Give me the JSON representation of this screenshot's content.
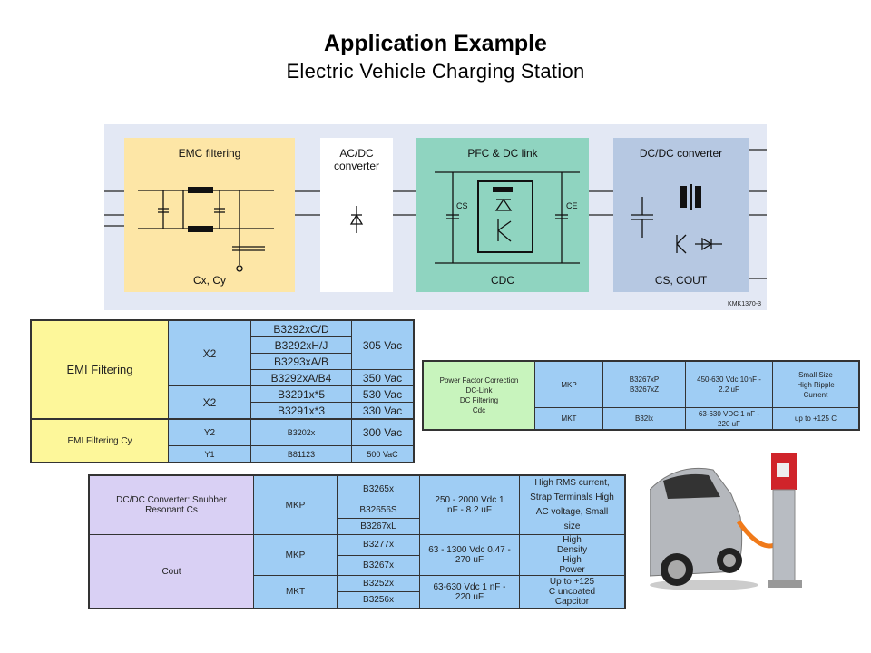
{
  "title": "Application Example",
  "subtitle": "Electric Vehicle Charging Station",
  "diagram": {
    "emc": {
      "label": "EMC filtering",
      "bottom": "Cx, Cy"
    },
    "acdc": {
      "label": "AC/DC converter"
    },
    "pfc": {
      "label": "PFC & DC link",
      "bottom": "CDC",
      "cs": "CS",
      "ce": "CE"
    },
    "dcdc": {
      "label": "DC/DC converter",
      "bottom": "CS, COUT"
    },
    "code": "KMK1370-3"
  },
  "emi_table": {
    "cat1": "EMI Filtering",
    "cat2": "EMI Filtering Cy",
    "rows": [
      {
        "cls": "X2",
        "part": "B3292xC/D",
        "volt": "305 Vac"
      },
      {
        "part": "B3292xH/J"
      },
      {
        "part": "B3293xA/B"
      },
      {
        "part": "B3292xA/B4",
        "volt": "350 Vac"
      },
      {
        "cls": "X2",
        "part": "B3291x*5",
        "volt": "530 Vac"
      },
      {
        "part": "B3291x*3",
        "volt": "330 Vac"
      },
      {
        "cls": "Y2",
        "part": "B3202x",
        "volt": "300 Vac"
      },
      {
        "cls": "Y1",
        "part": "B81123",
        "volt": "500 VaC"
      }
    ]
  },
  "pfc_table": {
    "cat": [
      "Power Factor Correction",
      "DC-Link",
      "DC Filtering",
      "Cdc"
    ],
    "rows": [
      {
        "type": "MKP",
        "part": "B3267xP B3267xZ",
        "range": "450-630 Vdc 10nF - 2.2 uF",
        "feat": "Small Size High Ripple Current"
      },
      {
        "type": "MKT",
        "part": "B32lx",
        "range": "63-630 VDC 1 nF - 220 uF",
        "feat": "up to +125 C"
      }
    ]
  },
  "dcdc_table": {
    "cat1": "DC/DC Converter: Snubber Resonant Cs",
    "cat2": "Cout",
    "rows": [
      {
        "type": "MKP",
        "part": "B3265x",
        "range": "250 - 2000 Vdc 1 nF - 8.2 uF",
        "feat": "High RMS current, Strap Terminals High AC voltage, Small size"
      },
      {
        "part": "B32656S"
      },
      {
        "part": "B3267xL"
      },
      {
        "type": "MKP",
        "part": "B3277x",
        "range": "63 - 1300 Vdc 0.47 - 270 uF",
        "feat": "High Density High Power"
      },
      {
        "part": "B3267x"
      },
      {
        "type": "MKT",
        "part": "B3252x",
        "range": "63-630 Vdc 1 nF - 220 uF",
        "feat": "Up to +125 C uncoated Capcitor"
      },
      {
        "part": "B3256x"
      }
    ]
  }
}
